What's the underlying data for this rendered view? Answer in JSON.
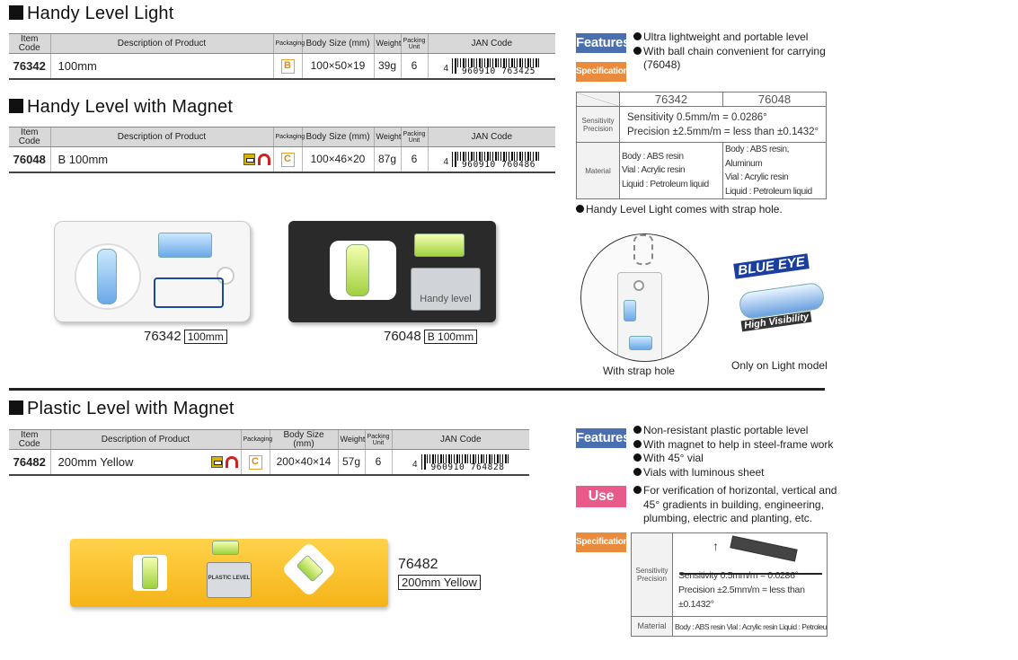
{
  "headers": {
    "item_code": "Item Code",
    "description": "Description of Product",
    "packaging": "Packaging",
    "body_size": "Body Size (mm)",
    "weight": "Weight",
    "packing_unit": "Packing Unit",
    "jan_code": "JAN Code"
  },
  "section1": {
    "title": "Handy Level Light",
    "row": {
      "code": "76342",
      "desc": "100mm",
      "pkg": "B",
      "size": "100×50×19",
      "weight": "39g",
      "unit": "6",
      "jan_prefix": "4",
      "jan_digits": "960910 763425"
    }
  },
  "section2": {
    "title": "Handy Level with Magnet",
    "row": {
      "code": "76048",
      "desc": "B 100mm",
      "pkg": "C",
      "size": "100×46×20",
      "weight": "87g",
      "unit": "6",
      "jan_prefix": "4",
      "jan_digits": "960910 760486"
    }
  },
  "section3": {
    "title": "Plastic Level with Magnet",
    "row": {
      "code": "76482",
      "desc": "200mm Yellow",
      "pkg": "C",
      "size": "200×40×14",
      "weight": "57g",
      "unit": "6",
      "jan_prefix": "4",
      "jan_digits": "960910 764828"
    }
  },
  "badges": {
    "features": "Features",
    "specifications": "Specifications",
    "use": "Use"
  },
  "features_top": [
    "Ultra lightweight and portable level",
    "With ball chain convenient for carrying",
    "(76048)"
  ],
  "spec_top": {
    "col1": "76342",
    "col2": "76048",
    "sensitivity_label": "Sensitivity Precision",
    "sensitivity": "Sensitivity  0.5mm/m = 0.0286°",
    "precision": "Precision  ±2.5mm/m = less than ±0.1432°",
    "material_label": "Material",
    "mat1": [
      "Body : ABS resin",
      "Vial : Acrylic resin",
      "Liquid : Petroleum liquid"
    ],
    "mat2": [
      "Body : ABS resin, Aluminum",
      "Vial : Acrylic resin",
      "Liquid : Petroleum liquid"
    ]
  },
  "strap_note": "Handy Level Light comes with strap hole.",
  "captions": {
    "p1_code": "76342",
    "p1_size": "100mm",
    "p2_code": "76048",
    "p2_size": "B 100mm",
    "p3_code": "76482",
    "p3_size": "200mm Yellow",
    "strap": "With strap hole",
    "light_only": "Only on Light model",
    "blue_eye": "BLUE EYE",
    "high_vis": "High Visibility",
    "handy_label": "Handy level",
    "plastic_label": "PLASTIC LEVEL"
  },
  "features_bottom": [
    "Non-resistant plastic portable level",
    "With magnet to help in steel-frame work",
    "With 45° vial",
    "Vials with luminous sheet"
  ],
  "use_bottom": [
    "For verification of horizontal, vertical and",
    "45° gradients in building, engineering,",
    "plumbing, electric and planting, etc."
  ],
  "spec_bottom": {
    "sensitivity_label": "Sensitivity Precision",
    "sensitivity": "Sensitivity  0.5mm/m = 0.0286°",
    "precision": "Precision  ±2.5mm/m = less than ±0.1432°",
    "material_label": "Material",
    "material": "Body : ABS resin  Vial : Acrylic resin  Liquid : Petroleum liquid"
  }
}
